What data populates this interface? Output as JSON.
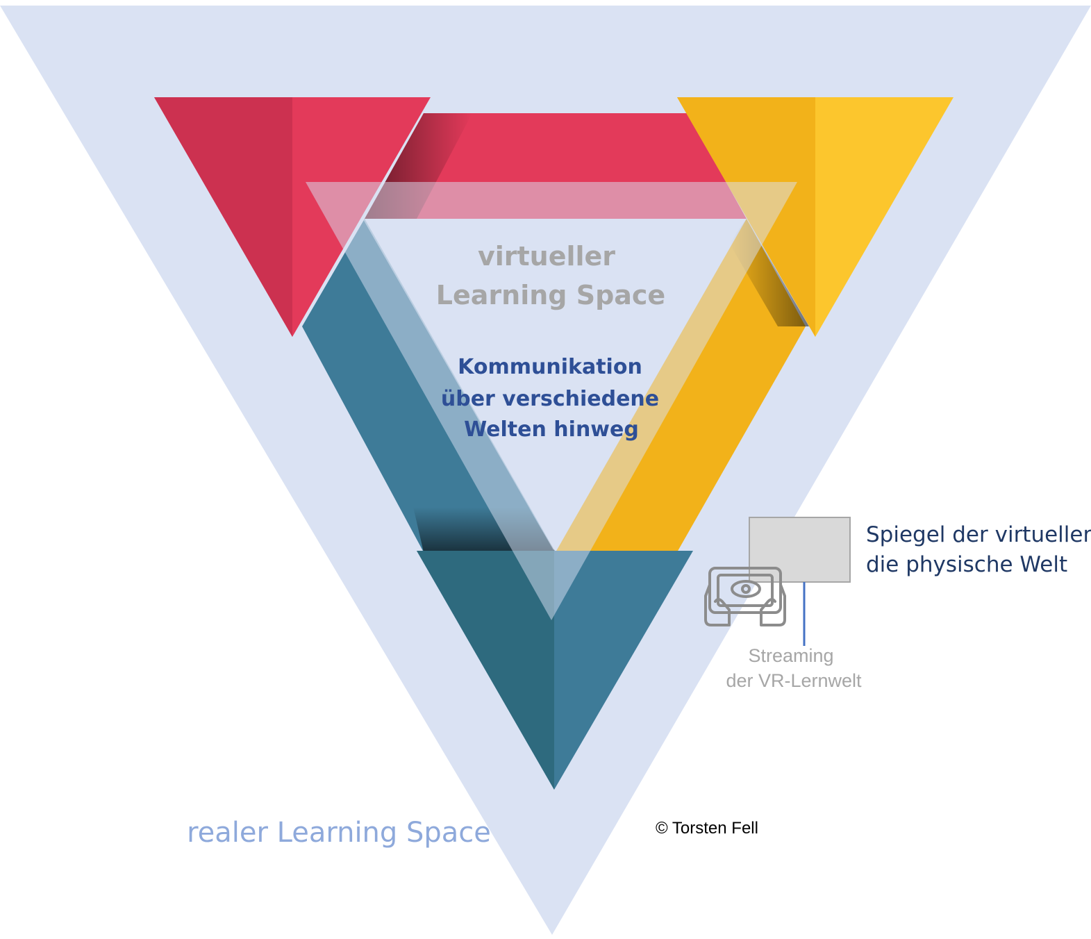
{
  "labels": {
    "virtual_line1": "virtueller",
    "virtual_line2": "Learning Space",
    "komm_line1": "Kommunikation",
    "komm_line2": "über verschiedene",
    "komm_line3": "Welten hinweg",
    "real_space": "realer Learning Space",
    "spiegel_line1": "Spiegel der virtuellen",
    "spiegel_line2": "die physische Welt",
    "streaming_line1": "Streaming",
    "streaming_line2": "der VR-Lernwelt",
    "copyright": "© Torsten Fell"
  },
  "colors": {
    "outer_triangle": "#dae2f3",
    "red": "#e33a5a",
    "red_dark": "#cc3150",
    "yellow": "#f2b21a",
    "yellow_light": "#fcc62d",
    "teal": "#3e7b98",
    "teal_dark": "#2e6a7e",
    "komm_text": "#2e4f96",
    "real_text": "#8ea9db",
    "spiegel_text": "#1f3864",
    "connector_line": "#4472c4"
  },
  "icons": {
    "tablet_vr": "tablet-eye-icon"
  }
}
